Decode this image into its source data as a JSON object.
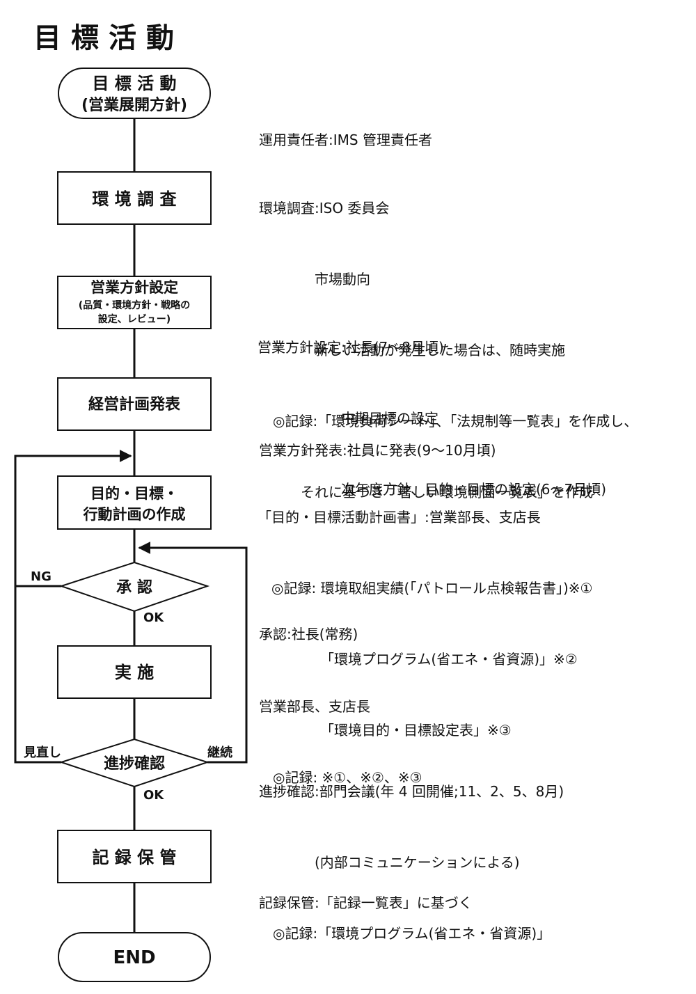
{
  "title": "目標活動",
  "nodes": {
    "start": [
      "目 標 活 動",
      "(営業展開方針)"
    ],
    "survey": "環 境 調 査",
    "policy": [
      "営業方針設定",
      "(品質・環境方針・戦略の",
      "設定、レビュー)"
    ],
    "plan_announce": "経営計画発表",
    "objectives": [
      "目的・目標・",
      "行動計画の作成"
    ],
    "approve": "承  認",
    "implement": "実    施",
    "progress": "進捗確認",
    "records": "記 録 保 管",
    "end": "END"
  },
  "labels": {
    "ng": "NG",
    "ok1": "OK",
    "review": "見直し",
    "continue": "継続",
    "ok2": "OK"
  },
  "notes": {
    "start": [
      "運用責任者:IMS 管理責任者"
    ],
    "survey": [
      "環境調査:ISO 委員会",
      "　　　　市場動向",
      "　　　　新しい活動が発生した場合は、随時実施",
      "　◎記録:「環境負荷シート」、「法規制等一覧表」を作成し、",
      "　　　それに基づき「著しい環境側面一覧表」を作成"
    ],
    "policy": [
      "営業方針設定:社長(7～8月頃)",
      "　　　　　　中期目標の設定",
      "　　　　　　次年度方針、目的・目標の設定(6～7月頃)"
    ],
    "announce": [
      "営業方針発表:社員に発表(9～10月頃)"
    ],
    "objectives": [
      "「目的・目標活動計画書」:営業部長、支店長",
      "　◎記録: 環境取組実績(「パトロール点検報告書」)※①",
      "　　　　　「環境プログラム(省エネ・省資源)」※②",
      "　　　　　「環境目的・目標設定表」※③"
    ],
    "approve": [
      "承認:社長(常務)"
    ],
    "implement": [
      "営業部長、支店長",
      "　◎記録: ※①、※②、※③"
    ],
    "progress": [
      "進捗確認:部門会議(年 4 回開催;11、2、5、8月)",
      "　　　　(内部コミュニケーションによる)",
      "　◎記録:「環境プログラム(省エネ・省資源)」"
    ],
    "records": [
      "記録保管:「記録一覧表」に基づく"
    ]
  }
}
